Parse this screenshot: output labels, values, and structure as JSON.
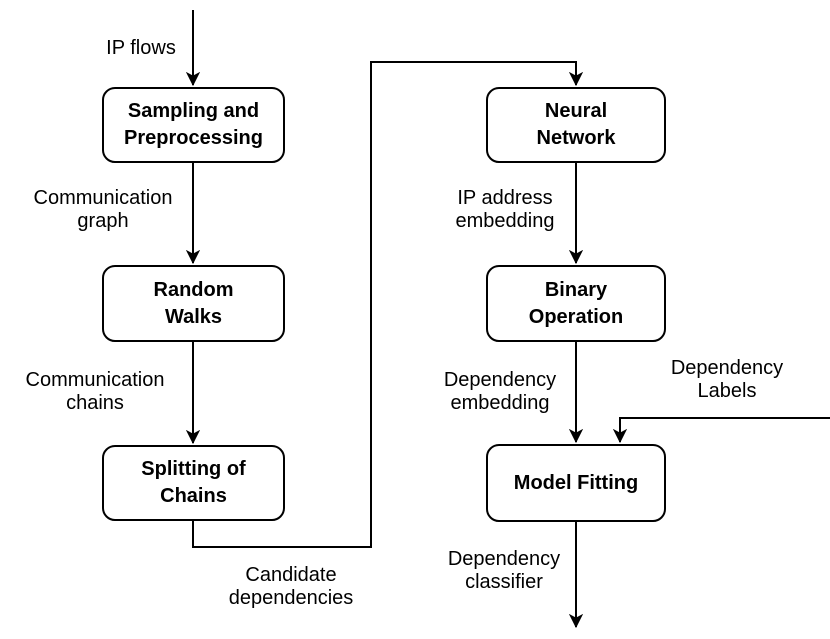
{
  "diagram": {
    "type": "flowchart",
    "colors": {
      "stroke": "#000000",
      "node_fill": "#ffffff",
      "background": "#ffffff",
      "text": "#000000"
    },
    "nodes": {
      "sampling": {
        "label": "Sampling and\nPreprocessing"
      },
      "random_walks": {
        "label": "Random\nWalks"
      },
      "splitting": {
        "label": "Splitting of\nChains"
      },
      "neural": {
        "label": "Neural\nNetwork"
      },
      "binary": {
        "label": "Binary\nOperation"
      },
      "model": {
        "label": "Model Fitting"
      }
    },
    "edge_labels": {
      "ip_flows": "IP flows",
      "communication_graph": "Communication\ngraph",
      "communication_chains": "Communication\nchains",
      "candidate_dependencies": "Candidate\ndependencies",
      "ip_address_embedding": "IP address\nembedding",
      "dependency_embedding": "Dependency\nembedding",
      "dependency_labels": "Dependency\nLabels",
      "dependency_classifier": "Dependency\nclassifier"
    },
    "edges": [
      {
        "from": "input-ip-flows",
        "to": "sampling",
        "label_key": "ip_flows"
      },
      {
        "from": "sampling",
        "to": "random_walks",
        "label_key": "communication_graph"
      },
      {
        "from": "random_walks",
        "to": "splitting",
        "label_key": "communication_chains"
      },
      {
        "from": "splitting",
        "to": "neural",
        "label_key": "candidate_dependencies"
      },
      {
        "from": "neural",
        "to": "binary",
        "label_key": "ip_address_embedding"
      },
      {
        "from": "binary",
        "to": "model",
        "label_key": "dependency_embedding"
      },
      {
        "from": "input-labels",
        "to": "model",
        "label_key": "dependency_labels"
      },
      {
        "from": "model",
        "to": "output",
        "label_key": "dependency_classifier"
      }
    ]
  }
}
